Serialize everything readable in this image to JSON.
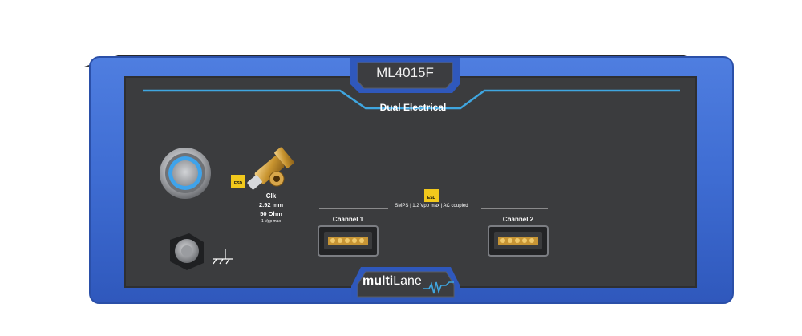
{
  "device": {
    "model": "ML4015F",
    "subtitle": "Dual Electrical",
    "brand": {
      "prefix": "multi",
      "suffix": "Lane"
    }
  },
  "clock": {
    "label": "Clk",
    "connector": "2.92 mm",
    "impedance": "50 Ohm",
    "max": "1 Vpp max"
  },
  "signal_note": "SMPS | 1.2 Vpp max | AC coupled",
  "channels": [
    {
      "label": "Channel 1"
    },
    {
      "label": "Channel 2"
    }
  ],
  "esd_label": "ESD",
  "colors": {
    "frame_blue": "#3f6dd3",
    "panel": "#3b3c3e",
    "accent_line": "#3fa6e0",
    "esd_yellow": "#f2c91c"
  }
}
